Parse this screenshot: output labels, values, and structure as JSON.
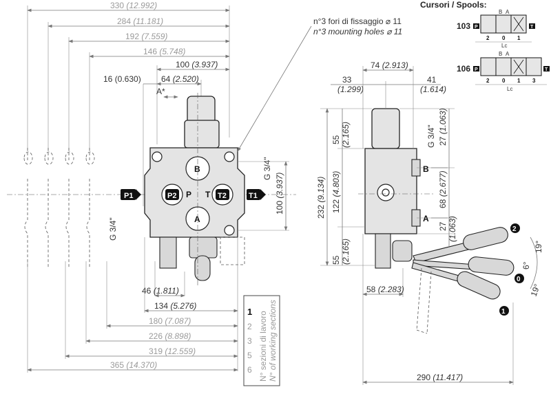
{
  "spools": {
    "title": "Cursori / Spools:",
    "items": [
      {
        "code": "103",
        "positions": [
          "2",
          "0",
          "1"
        ],
        "ports_top": [
          "B",
          "A"
        ],
        "port_left": "P",
        "port_right": "T",
        "length_label": "Lc"
      },
      {
        "code": "106",
        "positions": [
          "2",
          "0",
          "1",
          "3"
        ],
        "ports_top": [
          "B",
          "A"
        ],
        "port_left": "P",
        "port_right": "T",
        "length_label": "Lc"
      }
    ]
  },
  "note": {
    "line1": "n°3 fori di fissaggio ⌀ 11",
    "line2": "n°3 mounting holes ⌀ 11"
  },
  "front_view": {
    "top_dims": [
      {
        "mm": "330",
        "in": "(12.992)"
      },
      {
        "mm": "284",
        "in": "(11.181)"
      },
      {
        "mm": "192",
        "in": "(7.559)"
      },
      {
        "mm": "146",
        "in": "(5.748)"
      },
      {
        "mm": "100",
        "in": "(3.937)"
      }
    ],
    "dim_16": "16 (0.630)",
    "dim_64": {
      "mm": "64",
      "in": "(2.520)"
    },
    "dim_a": "A*",
    "thread_right": "G 3/4\"",
    "dim_100v": {
      "mm": "100",
      "in": "(3.937)"
    },
    "thread_left": "G 3/4\"",
    "ports": {
      "B": "B",
      "A": "A",
      "P": "P",
      "T": "T",
      "P2": "P2",
      "T2": "T2",
      "P1": "P1",
      "T1": "T1"
    },
    "bottom_dims": [
      {
        "mm": "46",
        "in": "(1.811)"
      },
      {
        "mm": "134",
        "in": "(5.276)"
      },
      {
        "mm": "180",
        "in": "(7.087)"
      },
      {
        "mm": "226",
        "in": "(8.898)"
      },
      {
        "mm": "319",
        "in": "(12.559)"
      },
      {
        "mm": "365",
        "in": "(14.370)"
      }
    ]
  },
  "sections_table": {
    "values": [
      "1",
      "2",
      "3",
      "5",
      "6"
    ],
    "label_it": "N° sezioni di lavoro",
    "label_en": "N° of working sections"
  },
  "side_view": {
    "dim_74": {
      "mm": "74",
      "in": "(2.913)"
    },
    "dim_33": {
      "mm": "33",
      "in": "(1.299)"
    },
    "dim_41": {
      "mm": "41",
      "in": "(1.614)"
    },
    "dim_55_top": {
      "mm": "55",
      "in": "(2.165)"
    },
    "dim_232": {
      "mm": "232",
      "in": "(9.134)"
    },
    "dim_122": {
      "mm": "122",
      "in": "(4.803)"
    },
    "dim_55_bot": {
      "mm": "55",
      "in": "(2.165)"
    },
    "thread": "G 3/4\"",
    "dim_27_top": {
      "mm": "27",
      "in": "(1.063)"
    },
    "dim_68": {
      "mm": "68",
      "in": "(2.677)"
    },
    "dim_27_bot": {
      "mm": "27",
      "in": "(1.063)"
    },
    "port_b": "B",
    "port_a": "A",
    "dim_58": {
      "mm": "58",
      "in": "(2.283)"
    },
    "dim_290": {
      "mm": "290",
      "in": "(11.417)"
    },
    "angles": [
      "19°",
      "6°",
      "19°"
    ],
    "lever_positions": [
      "2",
      "0",
      "1"
    ]
  }
}
